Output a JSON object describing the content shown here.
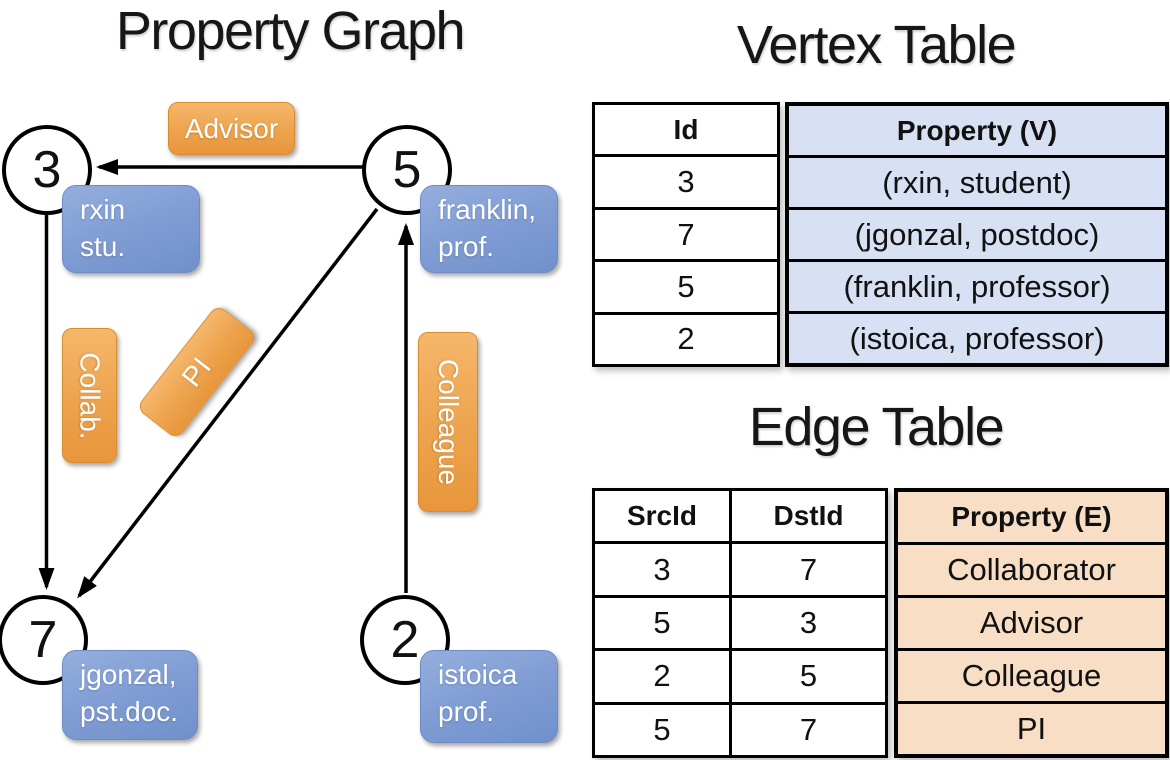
{
  "graph": {
    "title": "Property Graph",
    "vertices": [
      {
        "id": "3",
        "label_line1": "rxin",
        "label_line2": "stu."
      },
      {
        "id": "5",
        "label_line1": "franklin,",
        "label_line2": "prof."
      },
      {
        "id": "7",
        "label_line1": "jgonzal,",
        "label_line2": "pst.doc."
      },
      {
        "id": "2",
        "label_line1": "istoica",
        "label_line2": "prof."
      }
    ],
    "edge_labels": {
      "advisor": "Advisor",
      "collab": "Collab.",
      "pi": "PI",
      "colleague": "Colleague"
    },
    "edges": [
      {
        "src": "5",
        "dst": "3",
        "label": "Advisor"
      },
      {
        "src": "3",
        "dst": "7",
        "label": "Collab."
      },
      {
        "src": "5",
        "dst": "7",
        "label": "PI"
      },
      {
        "src": "2",
        "dst": "5",
        "label": "Colleague"
      }
    ]
  },
  "vertex_table": {
    "title": "Vertex Table",
    "columns": {
      "id": "Id",
      "property": "Property (V)"
    },
    "rows": [
      {
        "id": "3",
        "property": "(rxin, student)"
      },
      {
        "id": "7",
        "property": "(jgonzal, postdoc)"
      },
      {
        "id": "5",
        "property": "(franklin, professor)"
      },
      {
        "id": "2",
        "property": "(istoica, professor)"
      }
    ]
  },
  "edge_table": {
    "title": "Edge Table",
    "columns": {
      "src": "SrcId",
      "dst": "DstId",
      "property": "Property (E)"
    },
    "rows": [
      {
        "src": "3",
        "dst": "7",
        "property": "Collaborator"
      },
      {
        "src": "5",
        "dst": "3",
        "property": "Advisor"
      },
      {
        "src": "2",
        "dst": "5",
        "property": "Colleague"
      },
      {
        "src": "5",
        "dst": "7",
        "property": "PI"
      }
    ]
  },
  "colors": {
    "vertex_property_fill": "#d7e1f3",
    "edge_property_fill": "#f7dec5",
    "edge_label_orange": "#efa44e",
    "vertex_label_blue": "#82a0d4",
    "line_black": "#000000",
    "background": "#ffffff"
  }
}
